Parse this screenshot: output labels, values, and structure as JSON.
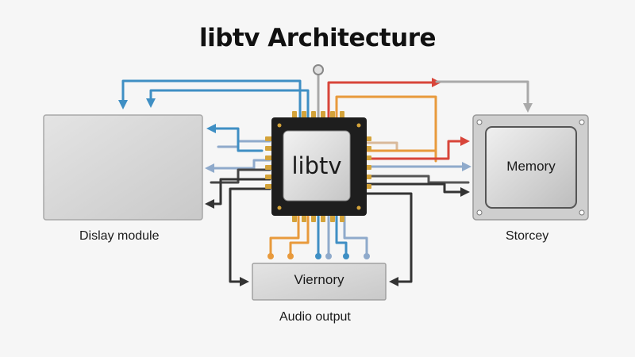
{
  "title": "libtv Architecture",
  "nodes": {
    "chip": {
      "label": "libtv"
    },
    "display": {
      "label": "Dislay module"
    },
    "memory": {
      "label": "Memory",
      "caption": "Storcey"
    },
    "bottom_box": {
      "label": "Viernory",
      "caption": "Audio output"
    }
  },
  "colors": {
    "blue": "#3f8fc4",
    "orange": "#e89a3c",
    "red": "#d8453a",
    "gray": "#a9a9a9",
    "dark": "#333333",
    "tan": "#d9b99a",
    "lightblue": "#8faacb",
    "chip_body": "#1e1e1e",
    "pin_gold": "#d4a33a"
  }
}
